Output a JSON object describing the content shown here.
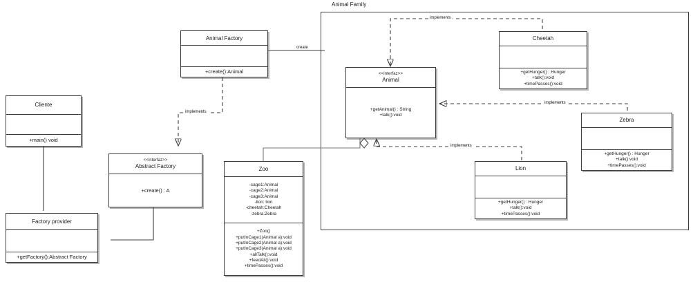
{
  "diagram": {
    "title": "Animal Family",
    "package_label": "Animal Family",
    "edge_labels": {
      "create": "create",
      "implements_abstract_factory": "implements",
      "implements_cheetah": "implements",
      "implements_zebra": "implements",
      "implements_lion": "implements"
    }
  },
  "classes": {
    "cliente": {
      "name": "Cliente",
      "stereotype": "",
      "attributes": [],
      "operations": [
        "+main() void"
      ]
    },
    "factory_provider": {
      "name": "Factory provider",
      "stereotype": "",
      "attributes": [],
      "operations": [
        "+getFactory():Abstract Factory"
      ]
    },
    "abstract_factory": {
      "name": "Abstract Factory",
      "stereotype": "<<interfaz>>",
      "attributes": [],
      "operations": [
        "+create() : A"
      ]
    },
    "animal_factory": {
      "name": "Animal Factory",
      "stereotype": "",
      "attributes": [],
      "operations": [
        "+create():Animal"
      ]
    },
    "zoo": {
      "name": "Zoo",
      "stereotype": "",
      "attributes": [
        "-cage1:Animal",
        "-cage2:Animal",
        "-cage3:Animal",
        "-lion: lion",
        "-cheetah:Cheetah",
        "-zebra:Zebra"
      ],
      "operations": [
        "+Zoo()",
        "+putInCage1(Animal a):void",
        "+putInCage2(Animal a):void",
        "+putInCage3(Animal a):void",
        "+allTalk():void",
        "+feedAll():void",
        "+timePasses():void"
      ]
    },
    "animal": {
      "name": "Animal",
      "stereotype": "<<interfaz>>",
      "attributes": [],
      "operations": [
        "+getAnimal() : String",
        "+talk():void"
      ]
    },
    "cheetah": {
      "name": "Cheetah",
      "stereotype": "",
      "attributes": [],
      "operations": [
        "+getHunger() : Hunger",
        "+talk():void",
        "+timePasses():void"
      ]
    },
    "zebra": {
      "name": "Zebra",
      "stereotype": "",
      "attributes": [],
      "operations": [
        "+getHunger() : Hunger",
        "+talk():void",
        "+timePasses():void"
      ]
    },
    "lion": {
      "name": "Lion",
      "stereotype": "",
      "attributes": [],
      "operations": [
        "+getHunger() : Hunger",
        "+talk():void",
        "+timePasses():void"
      ]
    }
  },
  "colors": {
    "line": "#3c3c3c",
    "background": "#ffffff",
    "text": "#1a1a1a"
  }
}
